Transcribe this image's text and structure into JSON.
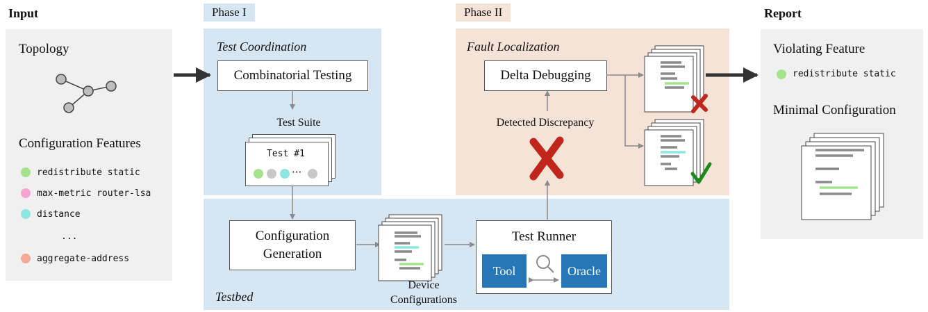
{
  "input": {
    "heading": "Input",
    "topology_label": "Topology",
    "features_label": "Configuration Features",
    "features": [
      {
        "name": "redistribute static",
        "color": "#a6e38f"
      },
      {
        "name": "max-metric router-lsa",
        "color": "#f7a3cf"
      },
      {
        "name": "distance",
        "color": "#8de6e0"
      },
      {
        "name": "...",
        "color": ""
      },
      {
        "name": "aggregate-address",
        "color": "#f4a996"
      }
    ]
  },
  "phase1": {
    "tab": "Phase I",
    "section": "Test Coordination",
    "combinatorial": "Combinatorial Testing",
    "test_suite": "Test Suite",
    "test_card": "Test #1",
    "ellipsis": "···"
  },
  "testbed": {
    "section": "Testbed",
    "config_gen": "Configuration Generation",
    "device_configs": "Device Configurations",
    "test_runner": "Test Runner",
    "tool": "Tool",
    "oracle": "Oracle"
  },
  "phase2": {
    "tab": "Phase II",
    "section": "Fault Localization",
    "delta": "Delta Debugging",
    "discrepancy": "Detected Discrepancy"
  },
  "report": {
    "heading": "Report",
    "violating_label": "Violating Feature",
    "violating_feature": "redistribute static",
    "violating_color": "#a6e38f",
    "minimal_label": "Minimal Configuration"
  },
  "colors": {
    "fail": "#c0261b",
    "pass": "#1a8a1a",
    "green_line": "#a6e38f",
    "cyan_line": "#8de6e0"
  }
}
